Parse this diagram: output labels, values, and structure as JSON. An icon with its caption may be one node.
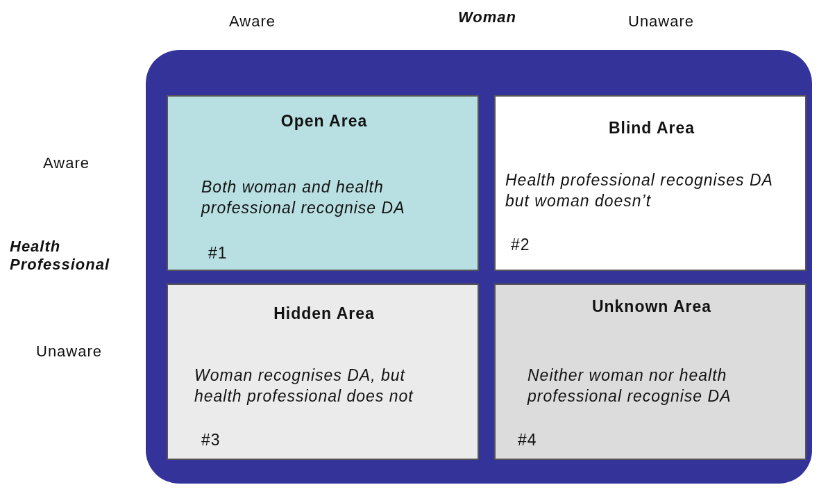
{
  "diagram": {
    "nodes": [
      {
        "text": [],
        "shape": "box"
      },
      {
        "text": [
          "Open Area",
          "Both woman and health professional recognise DA",
          "#1"
        ],
        "in": 0
      },
      {
        "text": [
          "Blind Area",
          "Health professional recognises DA but woman doesn’t",
          "#2"
        ],
        "in": 0
      },
      {
        "text": [
          "Hidden Area",
          "Woman recognises DA, but health professional does not",
          "#3"
        ],
        "in": 0
      },
      {
        "text": [
          "Unknown Area",
          "Neither woman nor health professional recognise DA",
          "#4"
        ],
        "in": 0
      }
    ],
    "edges": [],
    "labels": [
      "Aware",
      "Woman",
      "Unaware",
      "Aware",
      "Health Professional",
      "Unaware"
    ]
  }
}
